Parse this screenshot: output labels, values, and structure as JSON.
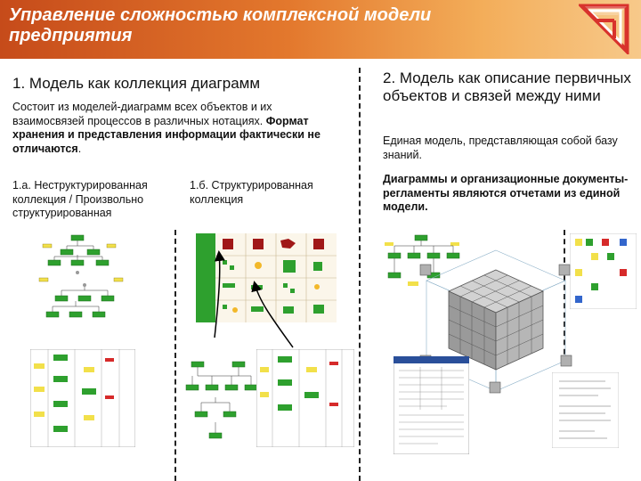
{
  "header": {
    "title_line1": "Управление сложностью комплексной модели",
    "title_line2": "предприятия"
  },
  "left": {
    "heading": "1. Модель как коллекция диаграмм",
    "description": "Состоит из моделей-диаграмм всех объектов и их взаимосвязей процессов в различных нотациях.",
    "description_bold": "Формат хранения и представления информации фактически не отличаются",
    "description_end": ".",
    "sub_a": "1.а. Неструктурированная коллекция / Произвольно структурированная",
    "sub_b": "1.б. Структурированная коллекция"
  },
  "right": {
    "heading": "2. Модель как описание первичных объектов и связей между ними",
    "description": "Единая модель, представляющая собой базу знаний.",
    "description_bold": "Диаграммы и организационные документы-регламенты являются отчетами из единой модели."
  },
  "colors": {
    "header_start": "#c64b1a",
    "header_end": "#f7c98a",
    "diagram_green": "#2ea02e",
    "diagram_yellow": "#f2e04a",
    "matrix_red": "#a01818",
    "cube_gray": "#9a9a9a"
  },
  "icons": {
    "logo": "impossible-triangle-logo-icon"
  }
}
